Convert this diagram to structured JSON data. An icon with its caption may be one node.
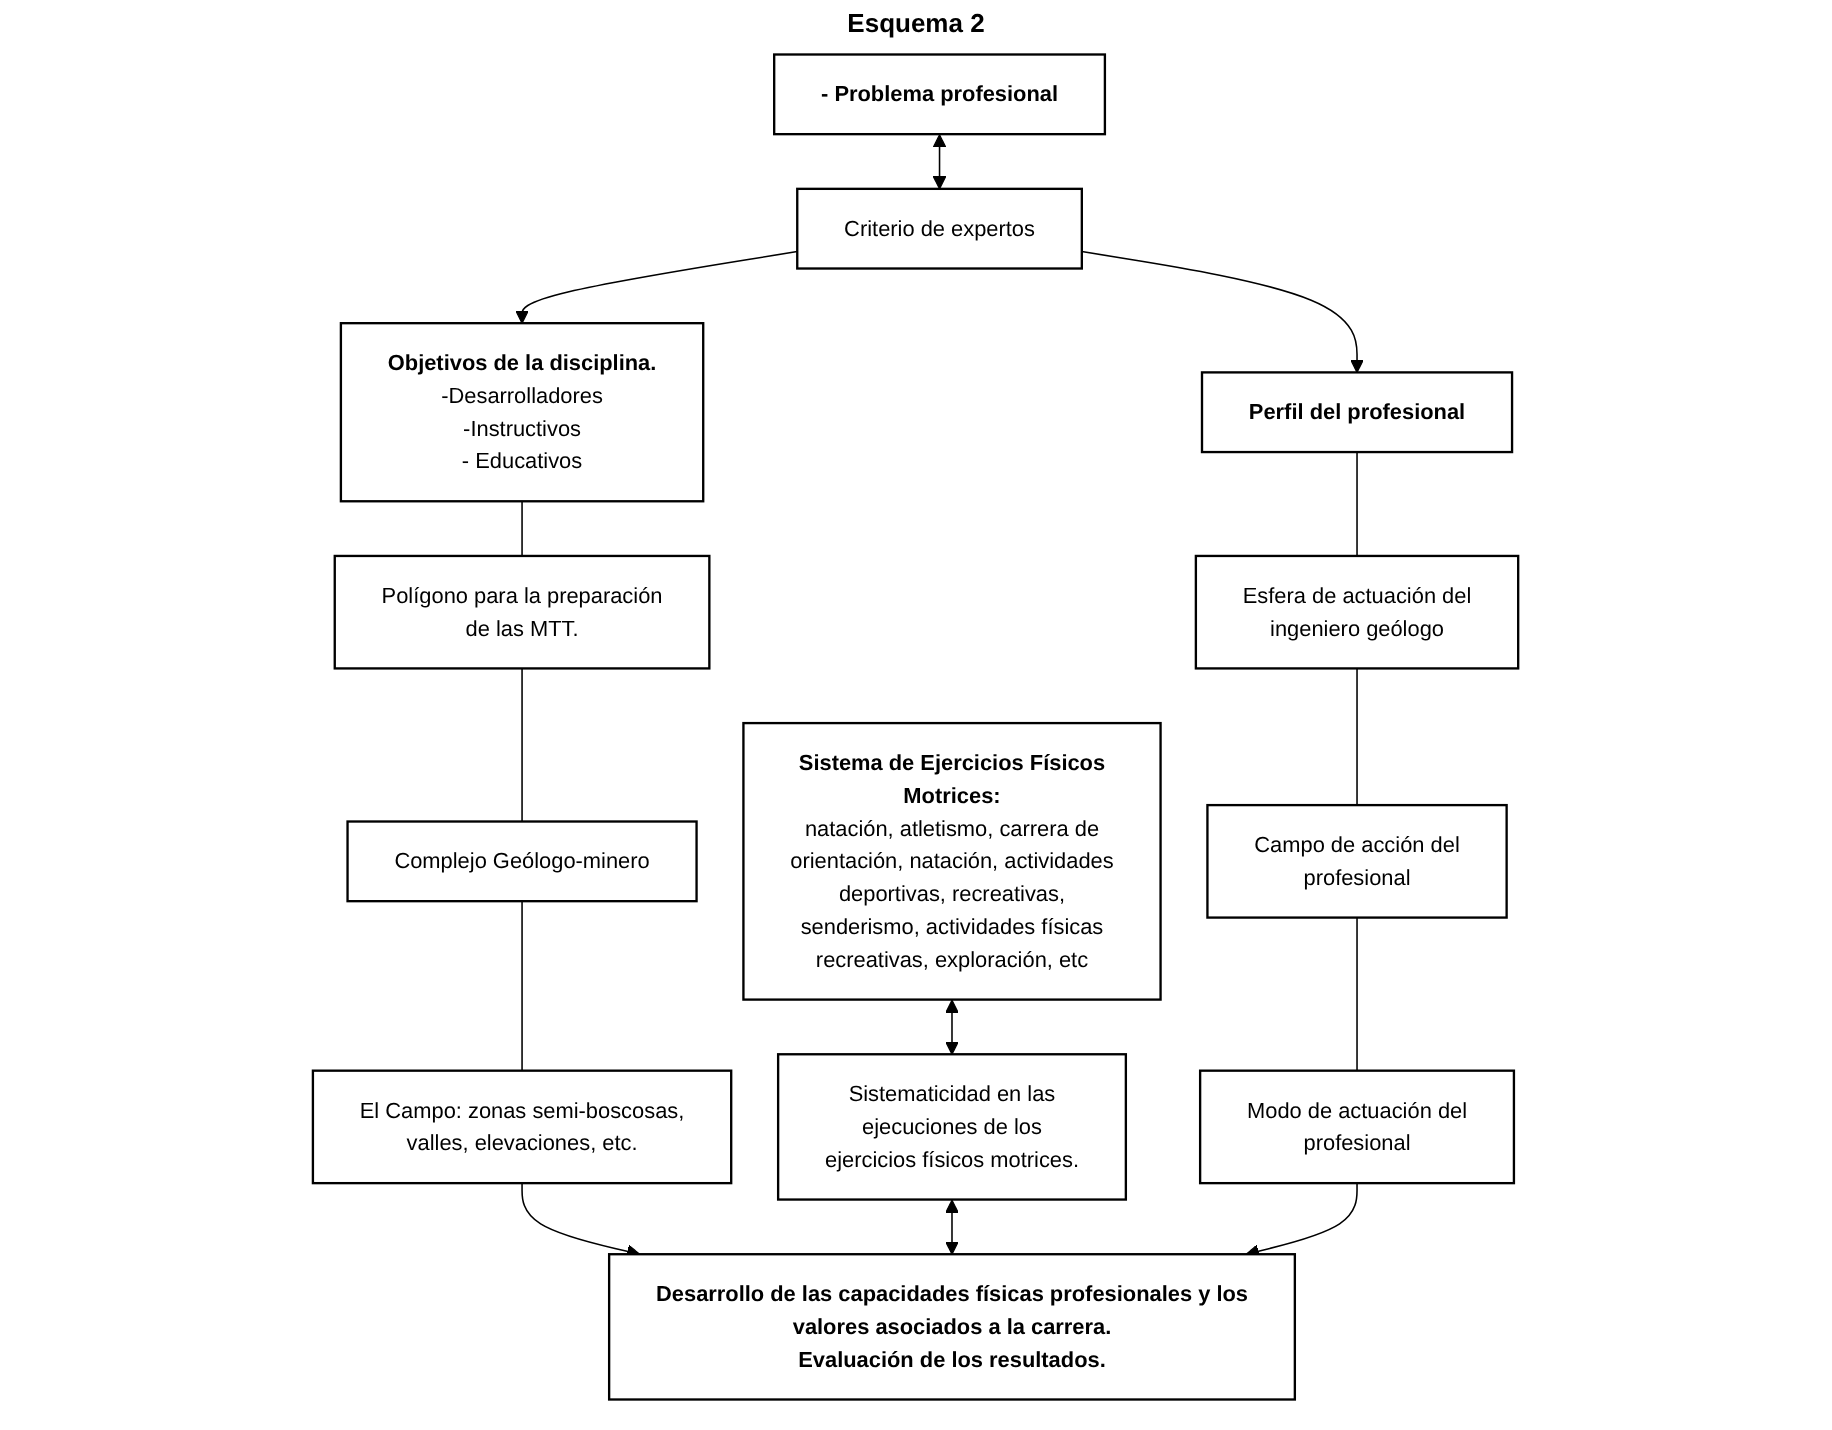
{
  "diagram": {
    "title": "Esquema 2",
    "nodes": [
      {
        "text": [
          "- Problema profesional"
        ]
      },
      {
        "text": [
          "Criterio de expertos"
        ]
      },
      {
        "text": [
          "Objetivos de la disciplina.",
          "-Desarrolladores",
          "-Instructivos",
          "- Educativos"
        ]
      },
      {
        "text": [
          "Sistema de Ejercicios Físicos Motrices:",
          "natación, atletismo, carrera de orientación, natación, actividades deportivas, recreativas, senderismo, actividades físicas recreativas, exploración, etc"
        ]
      },
      {
        "text": [
          "Perfil del profesional"
        ]
      },
      {
        "text": [
          "Polígono para la preparación de las MTT."
        ]
      },
      {
        "text": [
          "Esfera de actuación del ingeniero geólogo"
        ]
      },
      {
        "text": [
          "Complejo Geólogo-minero"
        ]
      },
      {
        "text": [
          "Campo de acción del profesional"
        ]
      },
      {
        "text": [
          "Modo de actuación del profesional"
        ]
      },
      {
        "text": [
          "Sistematicidad en las ejecuciones de los ejercicios físicos motrices."
        ]
      },
      {
        "text": [
          "El Campo: zonas semi-boscosas, valles, elevaciones, etc."
        ]
      },
      {
        "text": [
          "Desarrollo de las capacidades físicas profesionales y los valores asociados a la carrera.",
          "Evaluación de los resultados."
        ]
      }
    ],
    "edges": [
      {
        "from": 0,
        "to": 1,
        "arrow": "both"
      },
      {
        "from": 1,
        "to": 2,
        "arrow": "to"
      },
      {
        "from": 1,
        "to": 4,
        "arrow": "to"
      },
      {
        "from": 2,
        "to": 5,
        "arrow": "none"
      },
      {
        "from": 5,
        "to": 7,
        "arrow": "none"
      },
      {
        "from": 7,
        "to": 11,
        "arrow": "none"
      },
      {
        "from": 11,
        "to": 12,
        "arrow": "to"
      },
      {
        "from": 3,
        "to": 10,
        "arrow": "both"
      },
      {
        "from": 10,
        "to": 12,
        "arrow": "both"
      },
      {
        "from": 4,
        "to": 6,
        "arrow": "none"
      },
      {
        "from": 6,
        "to": 8,
        "arrow": "none"
      },
      {
        "from": 8,
        "to": 9,
        "arrow": "none"
      },
      {
        "from": 9,
        "to": 12,
        "arrow": "to"
      }
    ]
  }
}
